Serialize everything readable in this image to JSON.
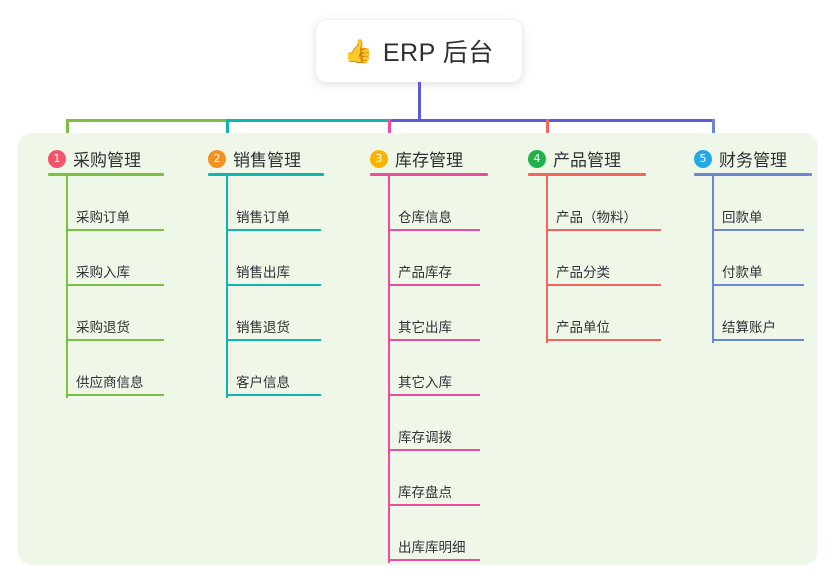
{
  "root": {
    "icon": "thumbs-up-icon",
    "icon_glyph": "👍",
    "label": "ERP 后台"
  },
  "theme": {
    "page_background": "#ffffff",
    "panel_background": "#eff7e9",
    "root_stem_color": "#5b5bd6",
    "connector_bar_color": "#5b5bd6",
    "text_color": "#2f3033"
  },
  "columns": [
    {
      "number": "1",
      "title": "采购管理",
      "badge_color": "#f2556a",
      "line_color": "#7ac143",
      "items": [
        {
          "label": "采购订单"
        },
        {
          "label": "采购入库"
        },
        {
          "label": "采购退货"
        },
        {
          "label": "供应商信息"
        }
      ]
    },
    {
      "number": "2",
      "title": "销售管理",
      "badge_color": "#f5921e",
      "line_color": "#10b5ad",
      "items": [
        {
          "label": "销售订单"
        },
        {
          "label": "销售出库"
        },
        {
          "label": "销售退货"
        },
        {
          "label": "客户信息"
        }
      ]
    },
    {
      "number": "3",
      "title": "库存管理",
      "badge_color": "#f7b500",
      "line_color": "#ed4b9e",
      "items": [
        {
          "label": "仓库信息"
        },
        {
          "label": "产品库存"
        },
        {
          "label": "其它出库"
        },
        {
          "label": "其它入库"
        },
        {
          "label": "库存调拨"
        },
        {
          "label": "库存盘点"
        },
        {
          "label": "出库库明细"
        }
      ]
    },
    {
      "number": "4",
      "title": "产品管理",
      "badge_color": "#21b14b",
      "line_color": "#f4635c",
      "items": [
        {
          "label": "产品（物料）"
        },
        {
          "label": "产品分类"
        },
        {
          "label": "产品单位"
        }
      ]
    },
    {
      "number": "5",
      "title": "财务管理",
      "badge_color": "#23a8e8",
      "line_color": "#6d86d6",
      "items": [
        {
          "label": "回款单"
        },
        {
          "label": "付款单"
        },
        {
          "label": "结算账户"
        }
      ]
    }
  ]
}
